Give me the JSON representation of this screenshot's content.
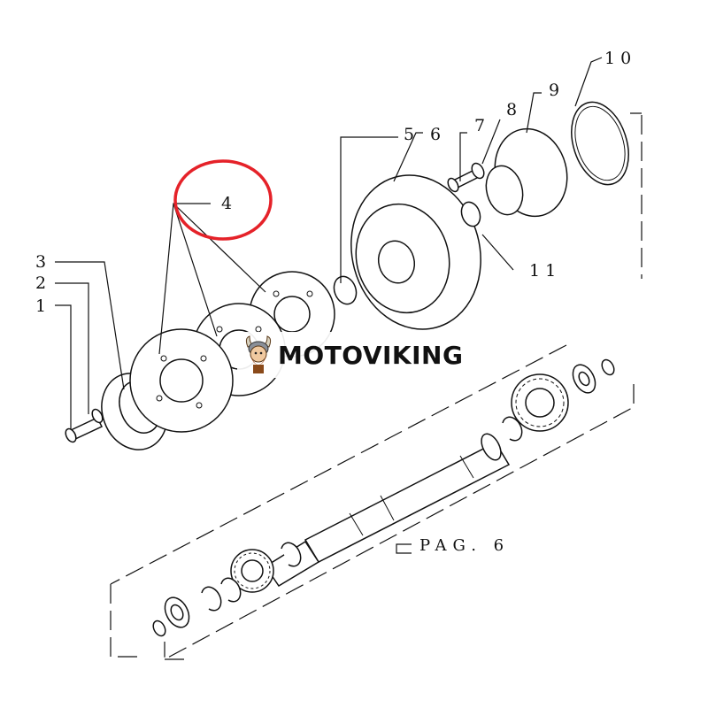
{
  "diagram": {
    "callouts": {
      "c1": "1",
      "c2": "2",
      "c3": "3",
      "c4": "4",
      "c5": "5",
      "c6": "6",
      "c7": "7",
      "c8": "8",
      "c9": "9",
      "c10": "10",
      "c11": "11"
    },
    "page_reference": "PAG. 6",
    "highlight_color": "#e52229"
  },
  "watermark": {
    "brand": "MOTOVIKING",
    "logo_icon": "viking-mascot-icon"
  }
}
